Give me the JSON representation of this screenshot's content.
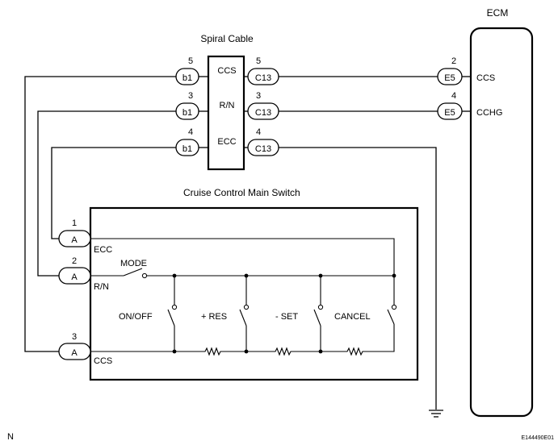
{
  "ecm": {
    "title": "ECM",
    "pins": [
      {
        "num": "2",
        "connector": "E5",
        "signal": "CCS"
      },
      {
        "num": "4",
        "connector": "E5",
        "signal": "CCHG"
      }
    ]
  },
  "spiral_cable": {
    "title": "Spiral Cable",
    "rows": [
      {
        "left_num": "5",
        "left_conn": "b1",
        "signal": "CCS",
        "right_num": "5",
        "right_conn": "C13"
      },
      {
        "left_num": "3",
        "left_conn": "b1",
        "signal": "R/N",
        "right_num": "3",
        "right_conn": "C13"
      },
      {
        "left_num": "4",
        "left_conn": "b1",
        "signal": "ECC",
        "right_num": "4",
        "right_conn": "C13"
      }
    ]
  },
  "main_switch": {
    "title": "Cruise Control Main Switch",
    "terminals": [
      {
        "num": "1",
        "conn": "A",
        "signal": "ECC"
      },
      {
        "num": "2",
        "conn": "A",
        "signal": "R/N"
      },
      {
        "num": "3",
        "conn": "A",
        "signal": "CCS"
      }
    ],
    "switches": {
      "mode": "MODE",
      "on_off": "ON/OFF",
      "res": "+ RES",
      "set": "- SET",
      "cancel": "CANCEL"
    }
  },
  "corner_left": "N",
  "figure_id": "E144490E01"
}
